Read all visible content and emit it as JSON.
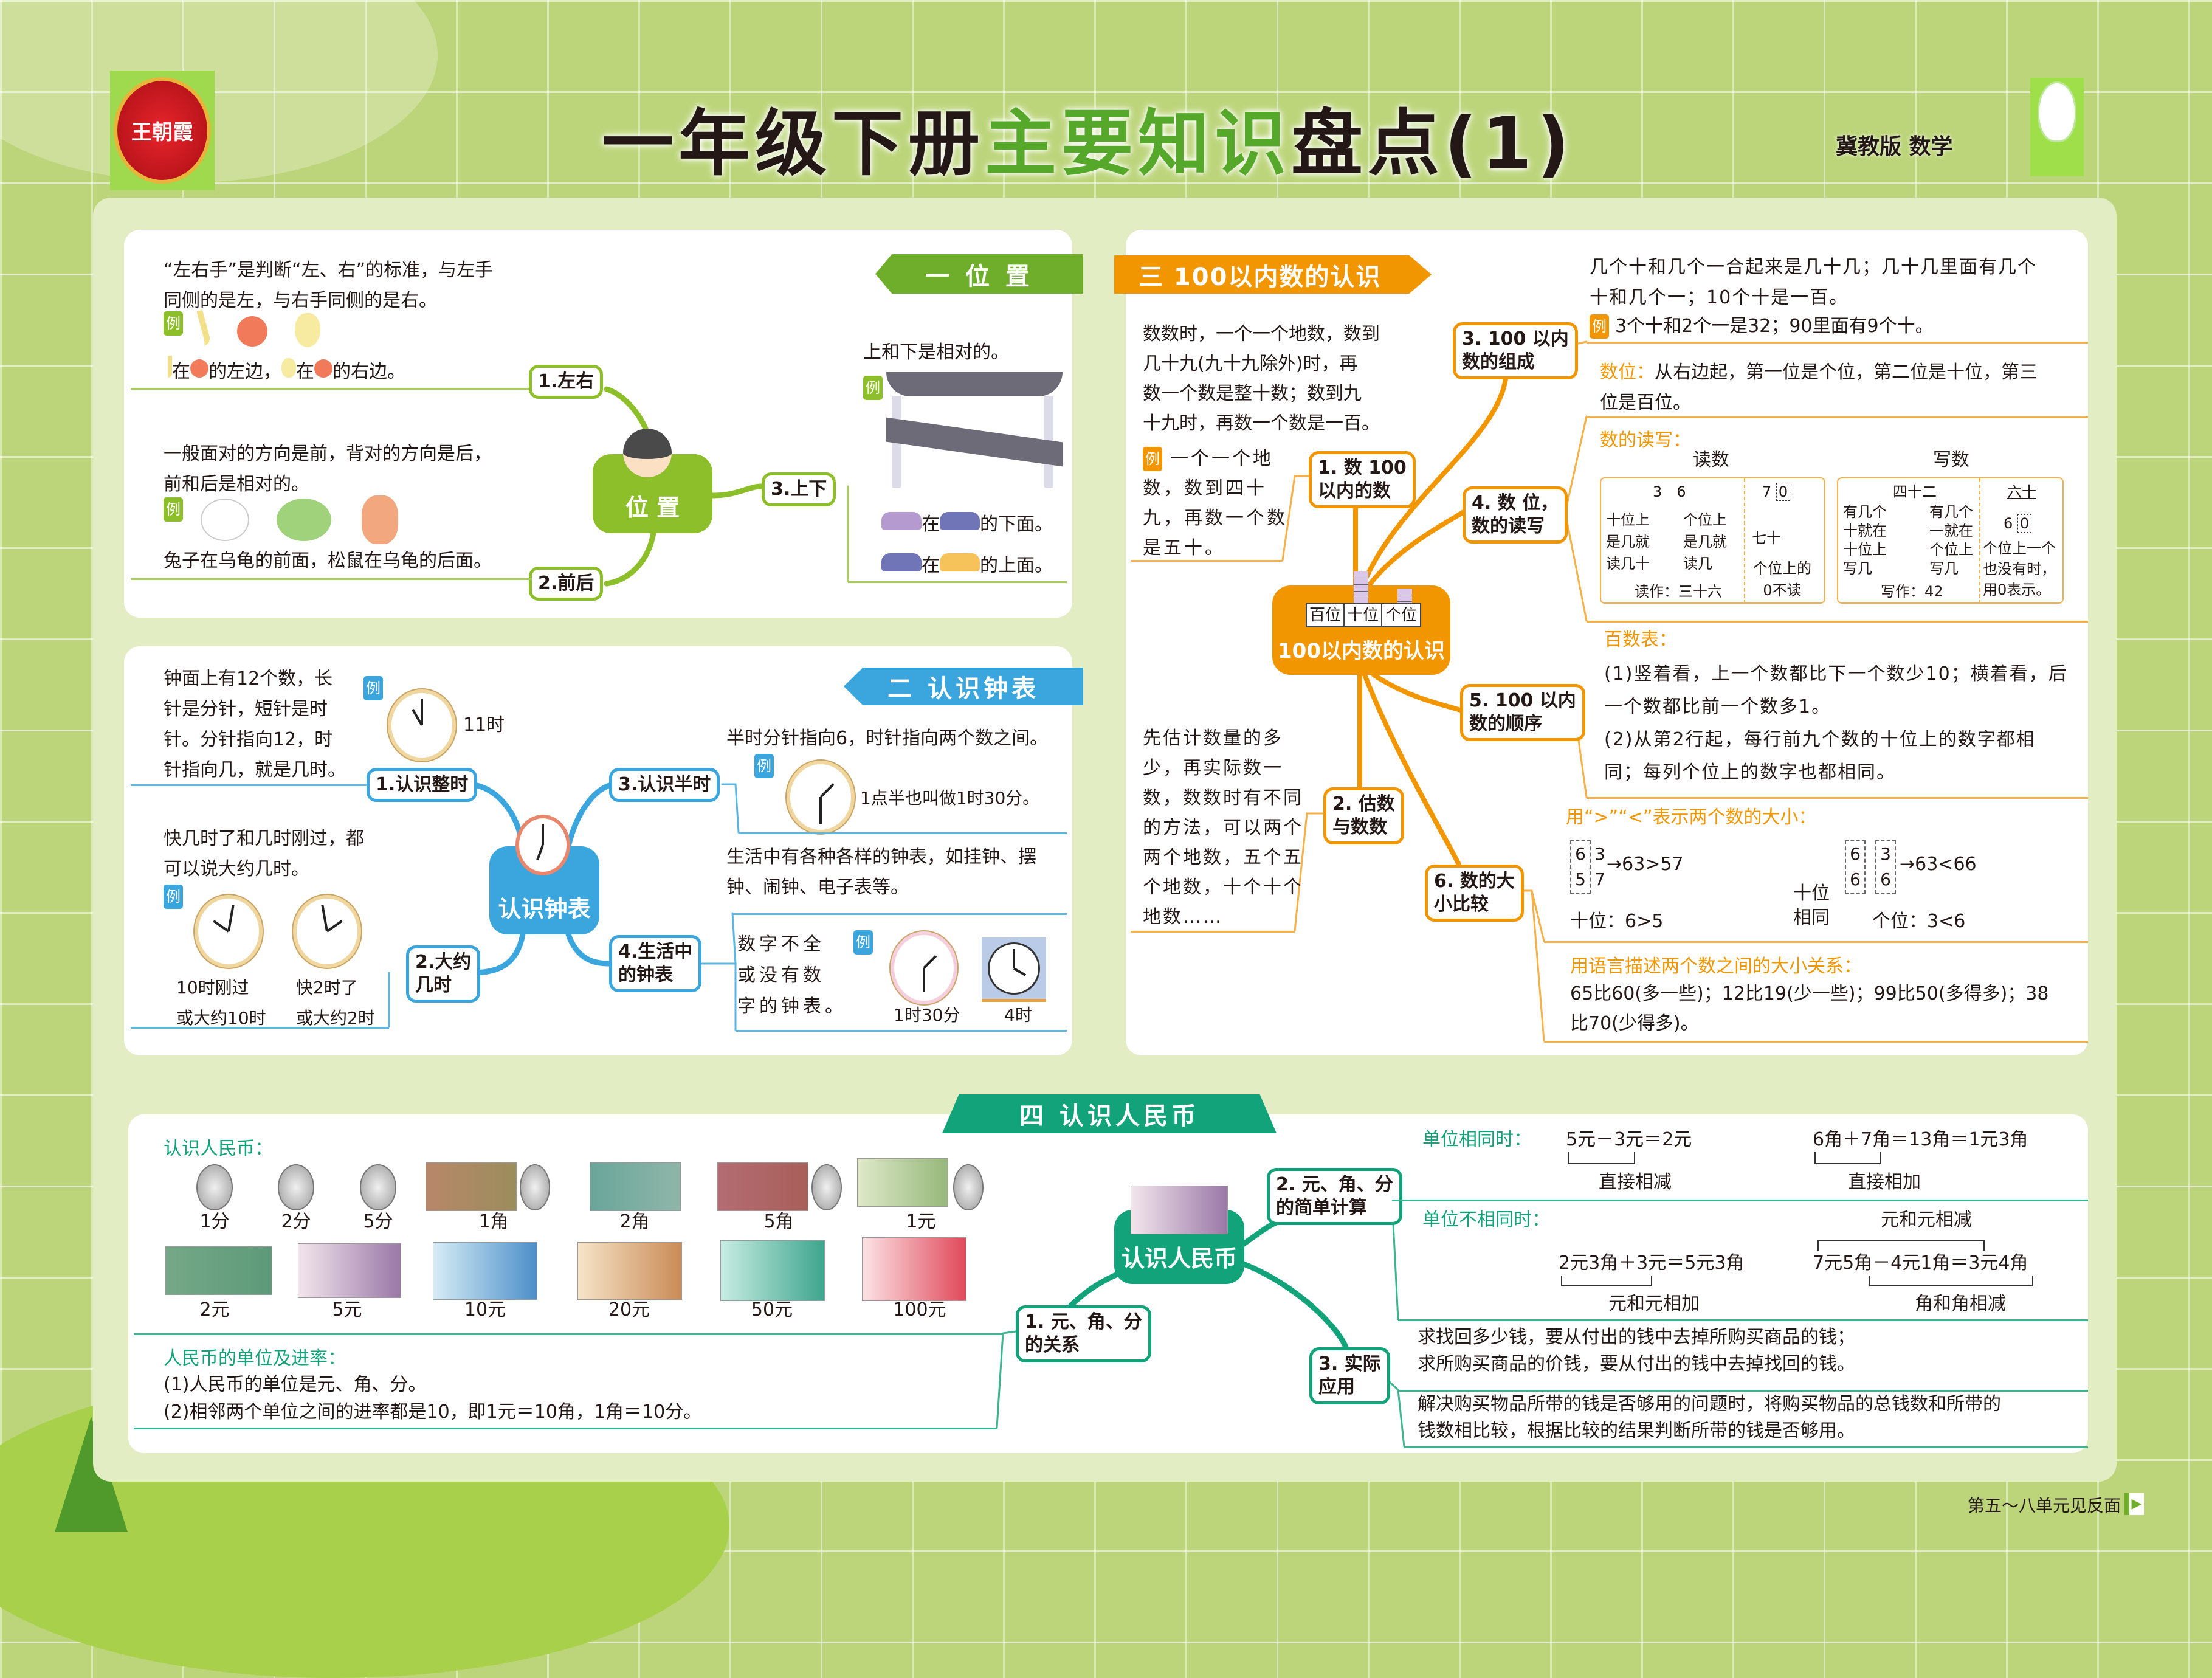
{
  "header": {
    "title_black_1": "一年级下册",
    "title_green": "主要知识",
    "title_black_2": "盘点(1)",
    "edition": "冀教版 数学",
    "logo_text": "王朝霞",
    "footer": "第五～八单元见反面"
  },
  "colors": {
    "background": "#bcd57a",
    "section1": "#8dbf2a",
    "section2": "#3aa6dd",
    "section3": "#f29600",
    "section4": "#12a37a"
  },
  "example_label": "例",
  "s1": {
    "tab": "一 位 置",
    "center": "位 置",
    "n1": "1.左右",
    "n2": "2.前后",
    "n3": "3.上下",
    "lr_rule": [
      "“左右手”是判断“左、右”的标准，与左手",
      "同侧的是左，与右手同侧的是右。"
    ],
    "lr_ex": {
      "a": "在",
      "b": "的左边，",
      "c": "在",
      "d": "的右边。"
    },
    "fb_rule": [
      "一般面对的方向是前，背对的方向是后，",
      "前和后是相对的。"
    ],
    "fb_ex": "兔子在乌龟的前面，松鼠在乌龟的后面。",
    "ud_rule": "上和下是相对的。",
    "ud_ex1": {
      "a": "在",
      "b": "的下面。"
    },
    "ud_ex2": {
      "a": "在",
      "b": "的上面。"
    }
  },
  "s2": {
    "tab": "二 认识钟表",
    "center": "认识钟表",
    "n1": "1.认识整时",
    "n2": [
      "2.大约",
      "几时"
    ],
    "n3": "3.认识半时",
    "n4": [
      "4.生活中",
      "的钟表"
    ],
    "whole_rule": [
      "钟面上有12个数，长",
      "针是分针，短针是时",
      "针。分针指向12，时",
      "针指向几，就是几时。"
    ],
    "whole_ex": "11时",
    "half_rule": "半时分针指向6，时针指向两个数之间。",
    "half_ex": "1点半也叫做1时30分。",
    "approx_rule": [
      "快几时了和几时刚过，都",
      "可以说大约几时。"
    ],
    "approx_ex1": [
      "10时刚过",
      "或大约10时"
    ],
    "approx_ex2": [
      "快2时了",
      "或大约2时"
    ],
    "life_rule": [
      "生活中有各种各样的钟表，如挂钟、摆",
      "钟、闹钟、电子表等。"
    ],
    "life_note": [
      "数字不全",
      "或没有数",
      "字的钟表。"
    ],
    "life_ex1": "1时30分",
    "life_ex2": "4时"
  },
  "s3": {
    "tab": "三 100以内数的认识",
    "center": "100以内数的认识",
    "abacus": [
      "百位",
      "十位",
      "个位"
    ],
    "n1": [
      "1. 数 100",
      "以内的数"
    ],
    "n2": [
      "2. 估数",
      "与数数"
    ],
    "n3": [
      "3. 100 以内",
      "数的组成"
    ],
    "n4": [
      "4. 数 位，",
      "数的读写"
    ],
    "n5": [
      "5. 100 以内",
      "数的顺序"
    ],
    "n6": [
      "6. 数的大",
      "小比较"
    ],
    "count_rule": [
      "数数时，一个一个地数，数到",
      "几十九(九十九除外)时，再",
      "数一个数是整十数；数到九",
      "十九时，再数一个数是一百。"
    ],
    "count_ex": [
      "一个一个地",
      "数，数到四十",
      "九，再数一个数",
      "是五十。"
    ],
    "estimate": [
      "先估计数量的多",
      "少，再实际数一",
      "数，数数时有不同",
      "的方法，可以两个",
      "两个地数，五个五",
      "个地数，十个十个",
      "地数……"
    ],
    "compose": [
      "几个十和几个一合起来是几十几；几十几里面有几个",
      "十和几个一；10个十是一百。"
    ],
    "compose_ex": "3个十和2个一是32；90里面有9个十。",
    "place_label": "数位：",
    "place_text": [
      "从右边起，第一位是个位，第二位是十位，第三",
      "位是百位。"
    ],
    "rw_label": "数的读写：",
    "read_title": "读数",
    "write_title": "写数",
    "read": {
      "digits": "3　6",
      "tens": [
        "十位上",
        "是几就",
        "读几十"
      ],
      "ones": [
        "个位上",
        "是几就",
        "读几"
      ],
      "result": "读作：三十六",
      "d2": [
        "7",
        "0"
      ],
      "word": "七十",
      "zero": [
        "个位上的",
        "0不读"
      ]
    },
    "write": {
      "word": "四十二",
      "tens": [
        "有几个",
        "十就在",
        "十位上",
        "写几"
      ],
      "ones": [
        "有几个",
        "一就在",
        "个位上",
        "写几"
      ],
      "result": "写作：42",
      "word2": "六十",
      "d2": [
        "6",
        "0"
      ],
      "zero": [
        "个位上一个",
        "也没有时，",
        "用0表示。"
      ]
    },
    "table_label": "百数表：",
    "table_text": [
      "(1)竖着看，上一个数都比下一个数少10；横着看，后",
      "一个数都比前一个数多1。",
      "(2)从第2行起，每行前九个数的十位上的数字都相",
      "同；每列个位上的数字也都相同。"
    ],
    "cmp_label": "用“>”“<”表示两个数的大小：",
    "cmp1": {
      "top": [
        "6",
        "3"
      ],
      "bottom": [
        "5",
        "7"
      ],
      "result": "→63>57",
      "note": "十位：6>5"
    },
    "cmp2": {
      "top": [
        "6",
        "3"
      ],
      "bottom": [
        "6",
        "6"
      ],
      "result": "→63<66",
      "same": [
        "十位",
        "相同"
      ],
      "note": "个位：3<6"
    },
    "lang_label": "用语言描述两个数之间的大小关系：",
    "lang_text": [
      "65比60(多一些)；12比19(少一些)；99比50(多得多)；38",
      "比70(少得多)。"
    ]
  },
  "s4": {
    "tab": "四 认识人民币",
    "center": "认识人民币",
    "n1": [
      "1. 元、角、分",
      "的关系"
    ],
    "n2": [
      "2. 元、角、分",
      "的简单计算"
    ],
    "n3": [
      "3. 实际",
      "应用"
    ],
    "know_label": "认识人民币：",
    "row1": [
      "1分",
      "2分",
      "5分",
      "1角",
      "2角",
      "5角",
      "1元"
    ],
    "row2": [
      "2元",
      "5元",
      "10元",
      "20元",
      "50元",
      "100元"
    ],
    "unit_label": "人民币的单位及进率：",
    "unit_text": [
      "(1)人民币的单位是元、角、分。",
      "(2)相邻两个单位之间的进率都是10，即1元＝10角，1角＝10分。"
    ],
    "same_label": "单位相同时：",
    "same_ex1": "5元－3元＝2元",
    "same_ex1_note": "直接相减",
    "same_ex2": "6角＋7角＝13角＝1元3角",
    "same_ex2_note": "直接相加",
    "diff_label": "单位不相同时：",
    "diff_ex1": "2元3角＋3元＝5元3角",
    "diff_ex1_note": "元和元相加",
    "diff_ex2": "7元5角－4元1角＝3元4角",
    "diff_ex2_top": "元和元相减",
    "diff_ex2_note": "角和角相减",
    "app1": [
      "求找回多少钱，要从付出的钱中去掉所购买商品的钱；",
      "求所购买商品的价钱，要从付出的钱中去掉找回的钱。"
    ],
    "app2": [
      "解决购买物品所带的钱是否够用的问题时，将购买物品的总钱数和所带的",
      "钱数相比较，根据比较的结果判断所带的钱是否够用。"
    ]
  }
}
